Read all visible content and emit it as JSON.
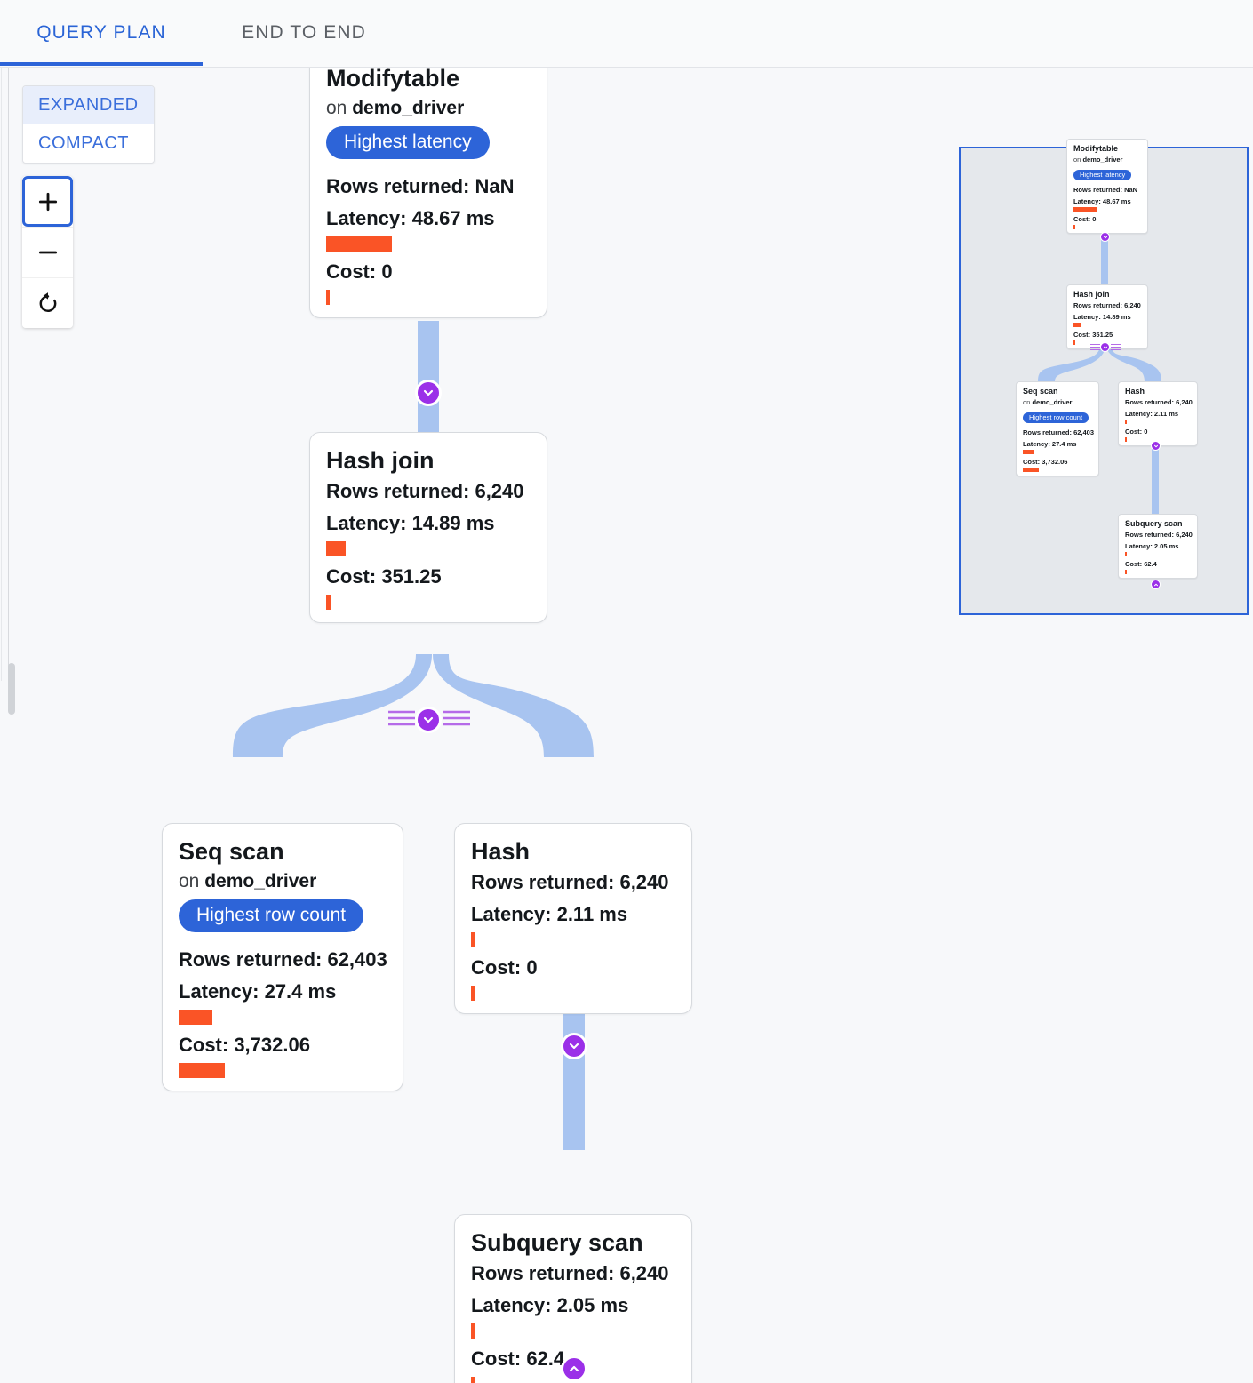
{
  "tabs": [
    {
      "id": "query-plan",
      "label": "QUERY PLAN",
      "active": true
    },
    {
      "id": "end-to-end",
      "label": "END TO END",
      "active": false
    }
  ],
  "view_mode": {
    "options": [
      "EXPANDED",
      "COMPACT"
    ],
    "expanded_label": "EXPANDED",
    "compact_label": "COMPACT",
    "selected": "EXPANDED"
  },
  "zoom_controls": {
    "zoom_in_label": "+",
    "zoom_out_label": "−",
    "reset_label": "reset-view"
  },
  "colors": {
    "accent_blue": "#2d64d8",
    "badge_blue": "#2d64d8",
    "bar_orange": "#fa5426",
    "edge_blue": "#a8c4f0",
    "chevron_purple": "#9b30e8",
    "canvas_bg": "#f7f8fa",
    "minimap_bg": "#e5e8ec"
  },
  "labels": {
    "rows_prefix": "Rows returned: ",
    "latency_prefix": "Latency: ",
    "cost_prefix": "Cost: ",
    "on_prefix": "on "
  },
  "plan": {
    "nodes": [
      {
        "id": "modifytable",
        "title": "Modifytable",
        "relation": "demo_driver",
        "on_text": "on ",
        "badge": "Highest latency",
        "rows_returned": "Rows returned: NaN",
        "latency": "Latency: 48.67 ms",
        "latency_bar_pct": 100,
        "cost": "Cost: 0",
        "cost_bar_pct": 2
      },
      {
        "id": "hash-join",
        "title": "Hash join",
        "relation": null,
        "badge": null,
        "rows_returned": "Rows returned: 6,240",
        "latency": "Latency: 14.89 ms",
        "latency_bar_pct": 31,
        "cost": "Cost: 351.25",
        "cost_bar_pct": 4
      },
      {
        "id": "seq-scan",
        "title": "Seq scan",
        "relation": "demo_driver",
        "on_text": "on ",
        "badge": "Highest row count",
        "rows_returned": "Rows returned: 62,403",
        "latency": "Latency: 27.4 ms",
        "latency_bar_pct": 56,
        "cost": "Cost: 3,732.06",
        "cost_bar_pct": 100
      },
      {
        "id": "hash",
        "title": "Hash",
        "relation": null,
        "badge": null,
        "rows_returned": "Rows returned: 6,240",
        "latency": "Latency: 2.11 ms",
        "latency_bar_pct": 4,
        "cost": "Cost: 0",
        "cost_bar_pct": 2
      },
      {
        "id": "subquery-scan",
        "title": "Subquery scan",
        "relation": null,
        "badge": null,
        "rows_returned": "Rows returned: 6,240",
        "latency": "Latency: 2.05 ms",
        "latency_bar_pct": 4,
        "cost": "Cost: 62.4",
        "cost_bar_pct": 2
      }
    ],
    "edges": [
      {
        "from": "modifytable",
        "to": "hash-join"
      },
      {
        "from": "hash-join",
        "to": "seq-scan"
      },
      {
        "from": "hash-join",
        "to": "hash"
      },
      {
        "from": "hash",
        "to": "subquery-scan"
      }
    ]
  },
  "minimap": {
    "name": "plan-minimap",
    "viewport_visible": true
  }
}
